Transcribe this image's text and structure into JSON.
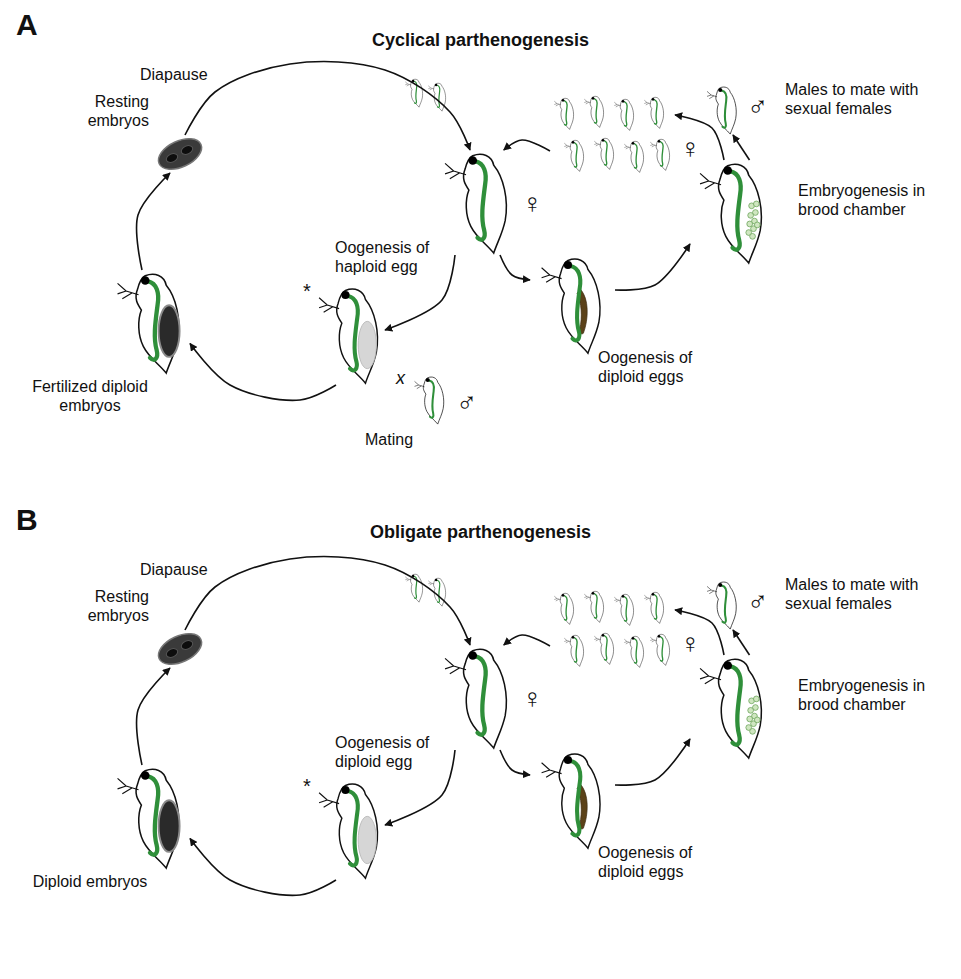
{
  "diagram": {
    "nodes": [
      {
        "text": [
          "Resting embryos"
        ]
      },
      {
        "text": [
          "♀"
        ]
      },
      {
        "text": [
          "♀"
        ]
      },
      {
        "text": [
          "♂",
          "Males to mate with sexual females"
        ]
      },
      {
        "text": [
          "Embryogenesis in brood chamber"
        ]
      },
      {
        "text": [
          "Oogenesis of diploid eggs"
        ]
      },
      {
        "text": [
          "Oogenesis of haploid egg"
        ]
      },
      {
        "text": [
          "♂",
          "Mating"
        ]
      },
      {
        "text": [
          "Fertilized diploid embryos"
        ]
      },
      {
        "text": [
          "Resting embryos"
        ]
      },
      {
        "text": [
          "♀"
        ]
      },
      {
        "text": [
          "♀"
        ]
      },
      {
        "text": [
          "♂",
          "Males to mate with sexual females"
        ]
      },
      {
        "text": [
          "Embryogenesis in brood chamber"
        ]
      },
      {
        "text": [
          "Oogenesis of diploid eggs"
        ]
      },
      {
        "text": [
          "Oogenesis of diploid egg"
        ]
      },
      {
        "text": [
          "Diploid embryos"
        ]
      }
    ],
    "edges": [
      {
        "from": 0,
        "to": 1,
        "label": "Diapause",
        "arrow": "to"
      },
      {
        "from": 1,
        "to": 6,
        "arrow": "to"
      },
      {
        "from": 1,
        "to": 5,
        "arrow": "to"
      },
      {
        "from": 5,
        "to": 4,
        "arrow": "to"
      },
      {
        "from": 4,
        "to": 2,
        "arrow": "to"
      },
      {
        "from": 4,
        "to": 3,
        "arrow": "to"
      },
      {
        "from": 2,
        "to": 1,
        "arrow": "to"
      },
      {
        "from": 6,
        "to": 8,
        "arrow": "to"
      },
      {
        "from": 8,
        "to": 0,
        "arrow": "to"
      },
      {
        "from": 9,
        "to": 10,
        "label": "Diapause",
        "arrow": "to"
      },
      {
        "from": 10,
        "to": 15,
        "arrow": "to"
      },
      {
        "from": 10,
        "to": 14,
        "arrow": "to"
      },
      {
        "from": 14,
        "to": 13,
        "arrow": "to"
      },
      {
        "from": 13,
        "to": 11,
        "arrow": "to"
      },
      {
        "from": 13,
        "to": 12,
        "arrow": "to"
      },
      {
        "from": 11,
        "to": 10,
        "arrow": "to"
      },
      {
        "from": 15,
        "to": 16,
        "arrow": "to"
      },
      {
        "from": 16,
        "to": 9,
        "arrow": "to"
      }
    ],
    "labels": [
      "A",
      "Cyclical parthenogenesis",
      "*",
      "x",
      "B",
      "Obligate parthenogenesis",
      "*"
    ]
  }
}
